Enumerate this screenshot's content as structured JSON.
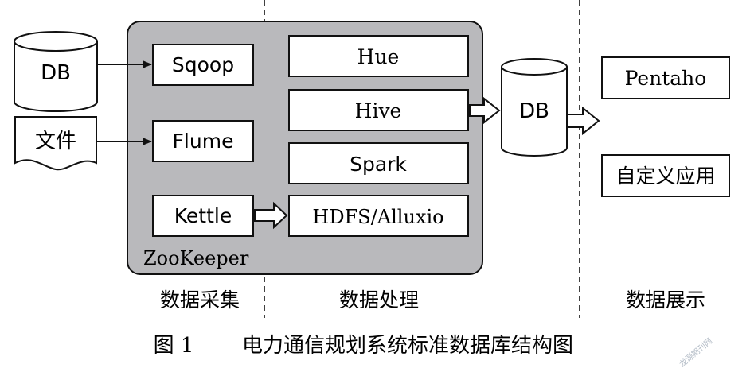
{
  "sources": {
    "db": "DB",
    "file": "文件"
  },
  "collection": {
    "sqoop": "Sqoop",
    "flume": "Flume",
    "kettle": "Kettle"
  },
  "processing": {
    "hue": "Hue",
    "hive": "Hive",
    "spark": "Spark",
    "hdfs": "HDFS/Alluxio"
  },
  "container_label": "ZooKeeper",
  "storage": {
    "db": "DB"
  },
  "display": {
    "pentaho": "Pentaho",
    "custom_app": "自定义应用"
  },
  "sections": {
    "collection": "数据采集",
    "processing": "数据处理",
    "display": "数据展示"
  },
  "caption": {
    "figure_no": "图 1",
    "title": "电力通信规划系统标准数据库结构图"
  },
  "watermark": "龙源期刊网",
  "colors": {
    "container_fill": "#b9b9bc",
    "stroke": "#111111",
    "box_fill": "#ffffff"
  }
}
